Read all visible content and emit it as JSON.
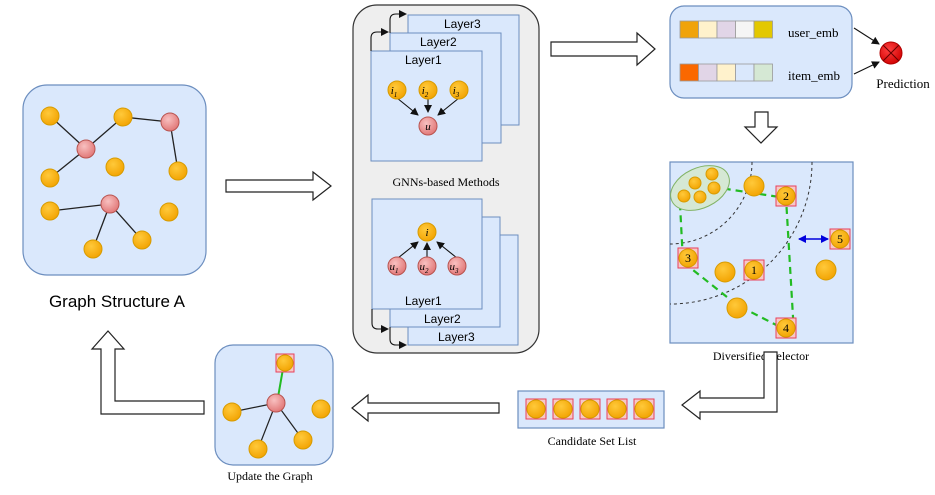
{
  "graph_structure": {
    "label": "Graph Structure A"
  },
  "gnn": {
    "caption": "GNNs-based Methods",
    "top_stack": {
      "layers": [
        "Layer3",
        "Layer2",
        "Layer1"
      ],
      "sources": [
        "i",
        "i",
        "i"
      ],
      "source_subs": [
        "1",
        "2",
        "3"
      ],
      "target": "u"
    },
    "bottom_stack": {
      "layers": [
        "Layer1",
        "Layer2",
        "Layer3"
      ],
      "sources": [
        "u",
        "u",
        "u"
      ],
      "source_subs": [
        "1",
        "2",
        "3"
      ],
      "target": "i"
    }
  },
  "embeddings": {
    "user_label": "user_emb",
    "item_label": "item_emb",
    "user_cells": [
      "#f0a30a",
      "#fff2cc",
      "#e1d5e7",
      "#f5f5f5",
      "#e3c800"
    ],
    "item_cells": [
      "#fa6800",
      "#e1d5e7",
      "#fff2cc",
      "#dae8fc",
      "#d5e8d4"
    ],
    "prediction_label": "Prediction"
  },
  "selector": {
    "caption": "Diversified Selector",
    "candidates": [
      "1",
      "2",
      "3",
      "4",
      "5"
    ]
  },
  "candidate_list": {
    "caption": "Candidate Set List",
    "count": 5
  },
  "update_graph": {
    "caption": "Update the Graph"
  },
  "colors": {
    "panel_fill": "#dae8fc",
    "panel_stroke": "#6c8ebf",
    "item_node": "#ffb30f",
    "user_node": "#f19c9c",
    "gray_panel": "#eeeeee",
    "select_green": "#22bb22",
    "select_box": "#e8415a",
    "distance_arrow": "#0000dd",
    "prediction": "#e51400"
  }
}
